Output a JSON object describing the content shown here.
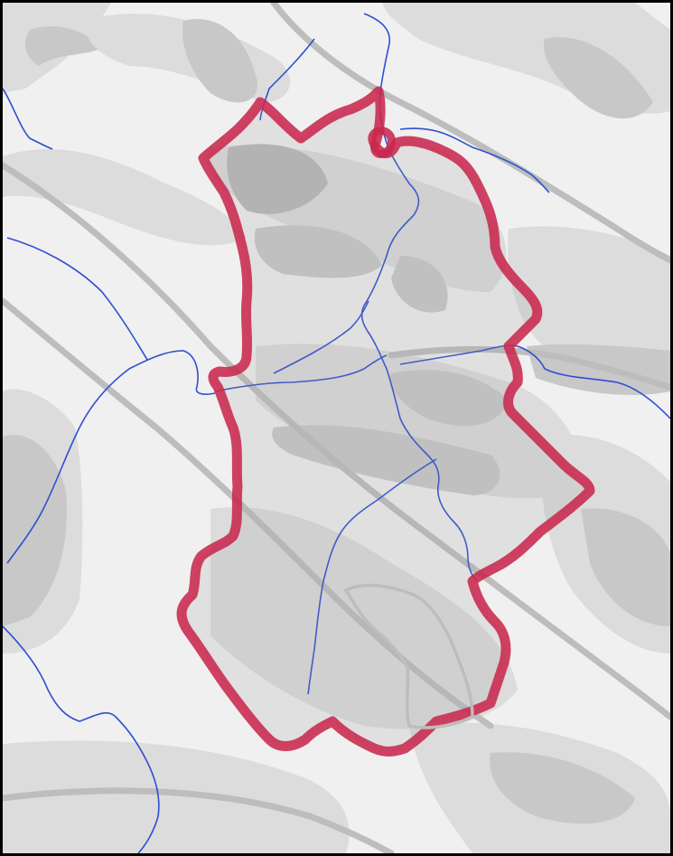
{
  "map": {
    "colors": {
      "background": "#f0f0f0",
      "terrain_light": "#dcdcdc",
      "terrain_mid": "#c8c8c8",
      "terrain_dark": "#b9b9b9",
      "ridge_line": "#bdbdbd",
      "river": "#2f4fd0",
      "boundary": "#c8284d",
      "region_fill": "#9a9a9a",
      "frame": "#000000"
    },
    "layers": [
      "terrain",
      "ridges",
      "rivers",
      "boundary"
    ],
    "boundary_label": "",
    "text_labels": []
  }
}
